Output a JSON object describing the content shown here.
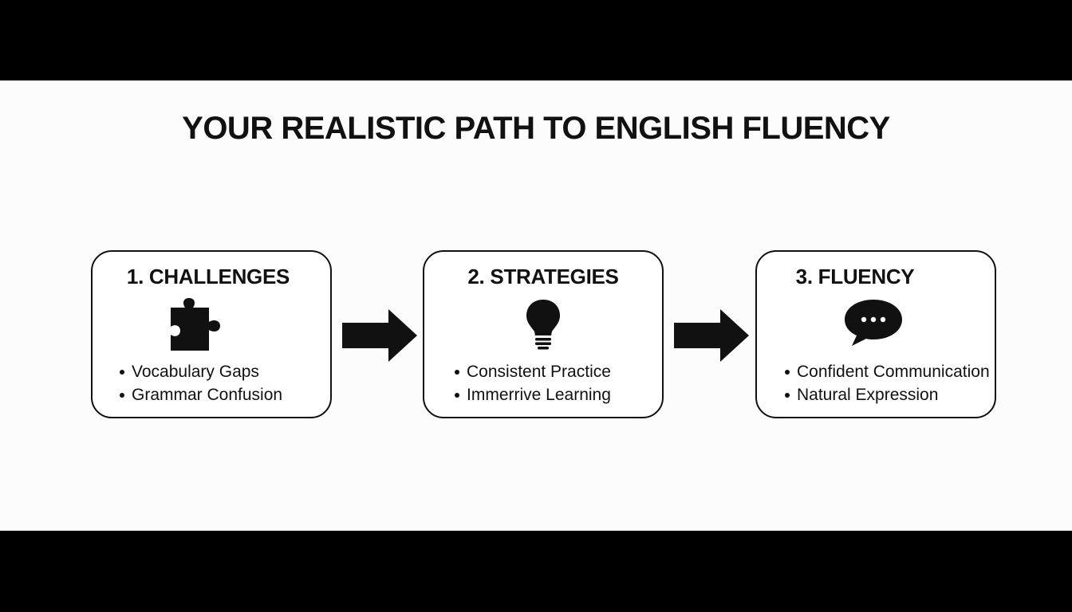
{
  "title": "YOUR REALISTIC PATH TO ENGLISH FLUENCY",
  "steps": [
    {
      "heading": "1. CHALLENGES",
      "icon": "puzzle-piece-icon",
      "bullets": [
        "Vocabulary Gaps",
        "Grammar Confusion"
      ]
    },
    {
      "heading": "2. STRATEGIES",
      "icon": "lightbulb-icon",
      "bullets": [
        "Consistent Practice",
        "Immerrive Learning"
      ]
    },
    {
      "heading": "3. FLUENCY",
      "icon": "speech-bubble-icon",
      "bullets": [
        "Confident Communication",
        "Natural Expression"
      ]
    }
  ],
  "colors": {
    "background": "#fcfcfc",
    "ink": "#111111",
    "letterbox": "#000000"
  }
}
